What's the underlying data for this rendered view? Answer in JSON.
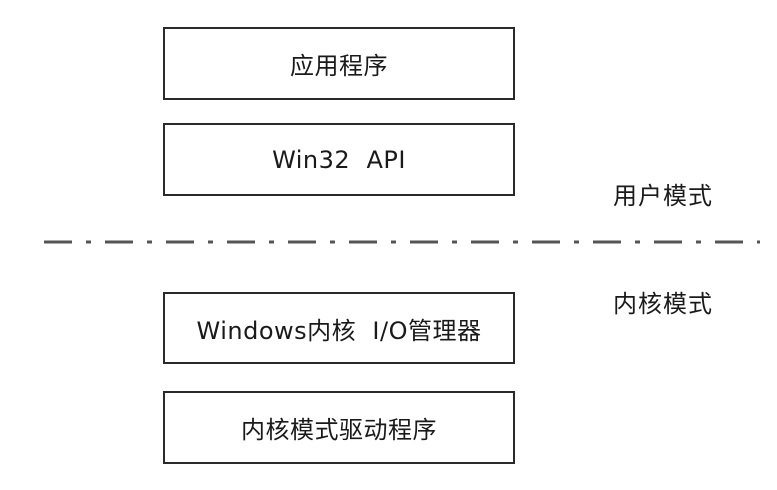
{
  "layers": {
    "application": "应用程序",
    "win32_api": "Win32  API",
    "io_manager": "Windows内核  I/O管理器",
    "kernel_driver": "内核模式驱动程序"
  },
  "modes": {
    "user": "用户模式",
    "kernel": "内核模式"
  },
  "colors": {
    "border": "#2a2a2a",
    "divider": "#555555",
    "text": "#1a1a1a"
  }
}
